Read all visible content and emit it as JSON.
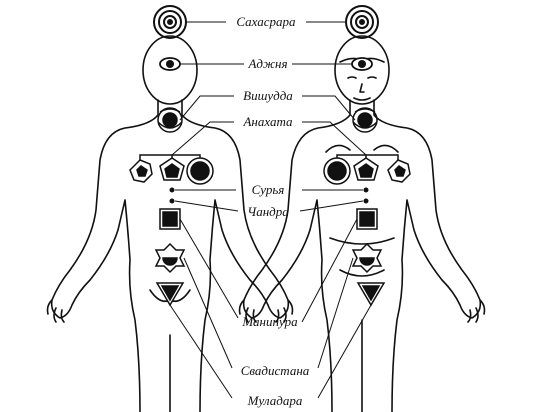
{
  "labels": {
    "sahasrara": "Сахасрара",
    "ajna": "Аджня",
    "vishuddha": "Вишудда",
    "anahata": "Анахата",
    "surya": "Сурья",
    "chandra": "Чандра",
    "manipura": "Манипура",
    "svadhisthana": "Свадистана",
    "muladhara": "Муладара"
  },
  "colors": {
    "ink": "#111111",
    "background": "#ffffff"
  },
  "icons": {
    "sahasrara": "concentric-circles-icon",
    "ajna": "eye-icon",
    "vishuddha": "lotus-circle-icon",
    "anahata": "heart-chakra-icons",
    "surya": "dot-icon",
    "chandra": "dot-icon",
    "manipura": "square-icon",
    "svadhisthana": "crescent-star-icon",
    "muladhara": "triangle-icon"
  }
}
